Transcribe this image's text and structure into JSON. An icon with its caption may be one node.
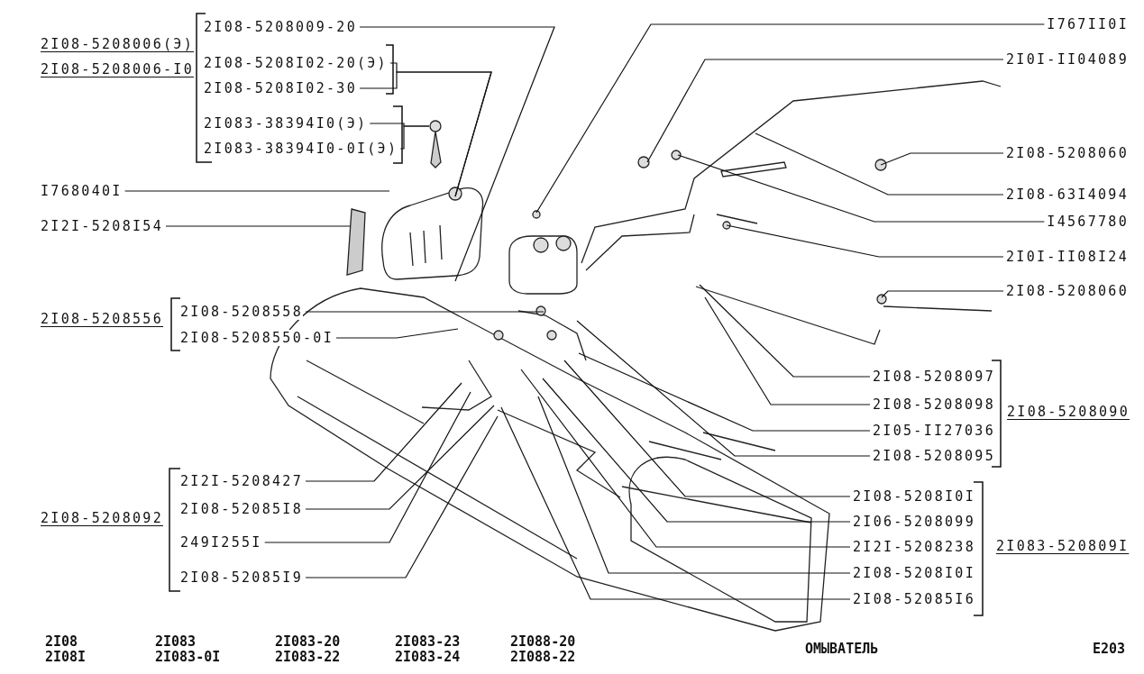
{
  "diagram": {
    "nodes": [
      {
        "text": [
          "2I08-5208009-20"
        ]
      },
      {
        "text": [
          "2I08-5208I02-20(Э)"
        ]
      },
      {
        "text": [
          "2I08-5208I02-30"
        ]
      },
      {
        "text": [
          "2I083-38394I0(Э)"
        ]
      },
      {
        "text": [
          "2I083-38394I0-0I(Э)"
        ]
      },
      {
        "text": [
          "I768040I"
        ]
      },
      {
        "text": [
          "2I2I-5208I54"
        ]
      },
      {
        "text": [
          "2I08-5208558"
        ]
      },
      {
        "text": [
          "2I08-5208550-0I"
        ]
      },
      {
        "text": [
          "2I2I-5208427"
        ]
      },
      {
        "text": [
          "2I08-52085I8"
        ]
      },
      {
        "text": [
          "249I255I"
        ]
      },
      {
        "text": [
          "2I08-52085I9"
        ]
      },
      {
        "text": [
          "I767II0I"
        ]
      },
      {
        "text": [
          "2I0I-II04089"
        ]
      },
      {
        "text": [
          "2I08-5208060"
        ]
      },
      {
        "text": [
          "2I08-63I4094"
        ]
      },
      {
        "text": [
          "I4567780"
        ]
      },
      {
        "text": [
          "2I0I-II08I24"
        ]
      },
      {
        "text": [
          "2I08-5208060"
        ]
      },
      {
        "text": [
          "2I08-5208097"
        ]
      },
      {
        "text": [
          "2I08-5208098"
        ]
      },
      {
        "text": [
          "2I05-II27036"
        ]
      },
      {
        "text": [
          "2I08-5208095"
        ]
      },
      {
        "text": [
          "2I08-5208I0I"
        ]
      },
      {
        "text": [
          "2I06-5208099"
        ]
      },
      {
        "text": [
          "2I2I-5208238"
        ]
      },
      {
        "text": [
          "2I08-5208I0I"
        ]
      },
      {
        "text": [
          "2I08-52085I6"
        ]
      }
    ],
    "edges": [
      {
        "from": 0,
        "to": null,
        "arrow": "none"
      },
      {
        "from": 1,
        "to": null,
        "arrow": "none"
      },
      {
        "from": 2,
        "to": null,
        "arrow": "none"
      },
      {
        "from": 3,
        "to": null,
        "arrow": "none"
      },
      {
        "from": 4,
        "to": null,
        "arrow": "none"
      },
      {
        "from": 5,
        "to": null,
        "arrow": "none"
      },
      {
        "from": 6,
        "to": null,
        "arrow": "none"
      },
      {
        "from": 7,
        "to": null,
        "arrow": "none"
      },
      {
        "from": 8,
        "to": null,
        "arrow": "none"
      },
      {
        "from": 9,
        "to": null,
        "arrow": "none"
      },
      {
        "from": 10,
        "to": null,
        "arrow": "none"
      },
      {
        "from": 11,
        "to": null,
        "arrow": "none"
      },
      {
        "from": 12,
        "to": null,
        "arrow": "none"
      },
      {
        "from": 13,
        "to": null,
        "arrow": "none"
      },
      {
        "from": 14,
        "to": null,
        "arrow": "none"
      },
      {
        "from": 15,
        "to": null,
        "arrow": "none"
      },
      {
        "from": 16,
        "to": null,
        "arrow": "none"
      },
      {
        "from": 17,
        "to": null,
        "arrow": "none"
      },
      {
        "from": 18,
        "to": null,
        "arrow": "none"
      },
      {
        "from": 19,
        "to": null,
        "arrow": "none"
      },
      {
        "from": 20,
        "to": null,
        "arrow": "none"
      },
      {
        "from": 21,
        "to": null,
        "arrow": "none"
      },
      {
        "from": 22,
        "to": null,
        "arrow": "none"
      },
      {
        "from": 23,
        "to": null,
        "arrow": "none"
      },
      {
        "from": 24,
        "to": null,
        "arrow": "none"
      },
      {
        "from": 25,
        "to": null,
        "arrow": "none"
      },
      {
        "from": 26,
        "to": null,
        "arrow": "none"
      },
      {
        "from": 27,
        "to": null,
        "arrow": "none"
      },
      {
        "from": 28,
        "to": null,
        "arrow": "none"
      }
    ],
    "labels": [
      "2I08-5208006(Э)",
      "2I08-5208006-I0",
      "2I08-5208556",
      "2I08-5208092",
      "2I08-5208090",
      "2I083-520809I",
      "2I08",
      "2I08I",
      "2I083",
      "2I083-0I",
      "2I083-20",
      "2I083-22",
      "2I083-23",
      "2I083-24",
      "2I088-20",
      "2I088-22",
      "ОМЫВАТЕЛЬ",
      "E203"
    ]
  }
}
